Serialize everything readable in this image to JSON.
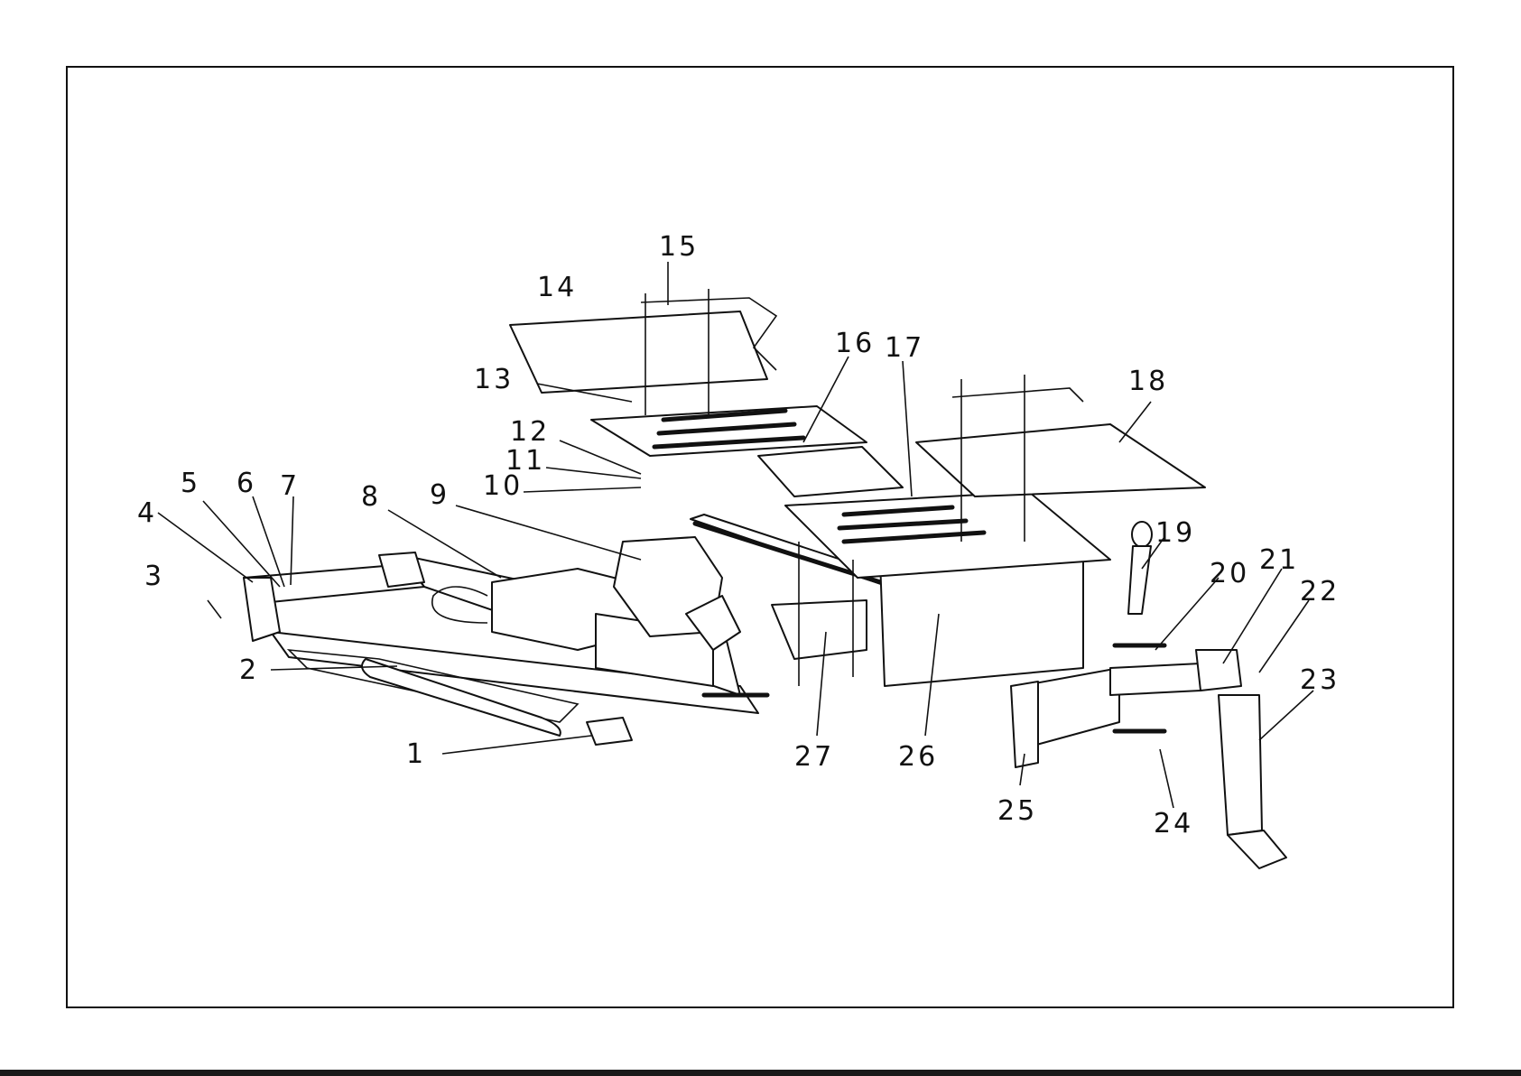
{
  "diagram": {
    "colors": {
      "line": "#111111",
      "background": "#ffffff",
      "frame": "#111111"
    },
    "callouts": [
      "1",
      "2",
      "3",
      "4",
      "5",
      "6",
      "7",
      "8",
      "9",
      "10",
      "11",
      "12",
      "13",
      "14",
      "15",
      "16",
      "17",
      "18",
      "19",
      "20",
      "21",
      "22",
      "23",
      "24",
      "25",
      "26",
      "27"
    ]
  }
}
